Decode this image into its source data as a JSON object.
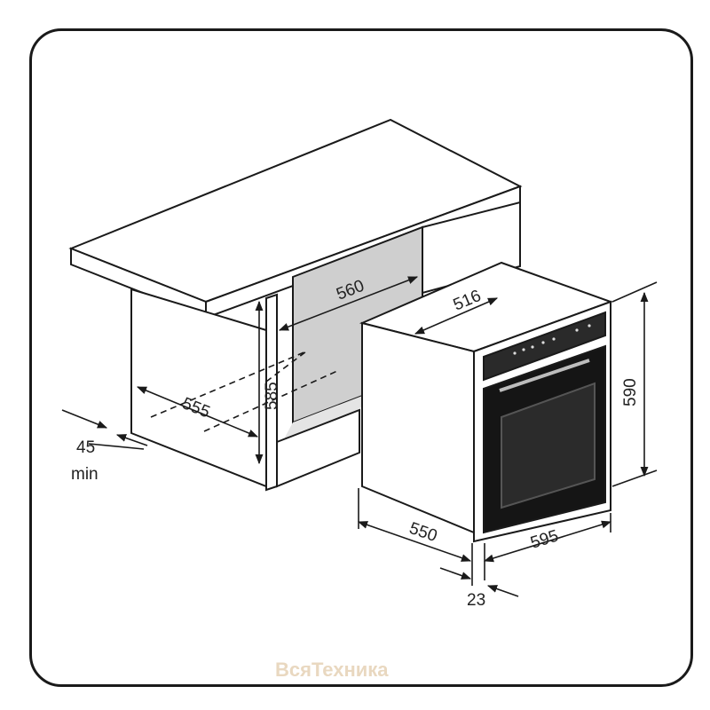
{
  "dimensions": {
    "niche_width": "560",
    "niche_height": "585",
    "niche_depth": "555",
    "ventilation_gap": "45",
    "ventilation_gap_unit": "min",
    "oven_body_width": "516",
    "oven_height": "590",
    "oven_depth": "550",
    "oven_front_width": "595",
    "front_panel_thickness": "23"
  },
  "watermark": "ВсяТехника",
  "colors": {
    "line": "#1a1a1a",
    "niche_fill": "#cfcfcf",
    "door_glass": "#151515"
  }
}
